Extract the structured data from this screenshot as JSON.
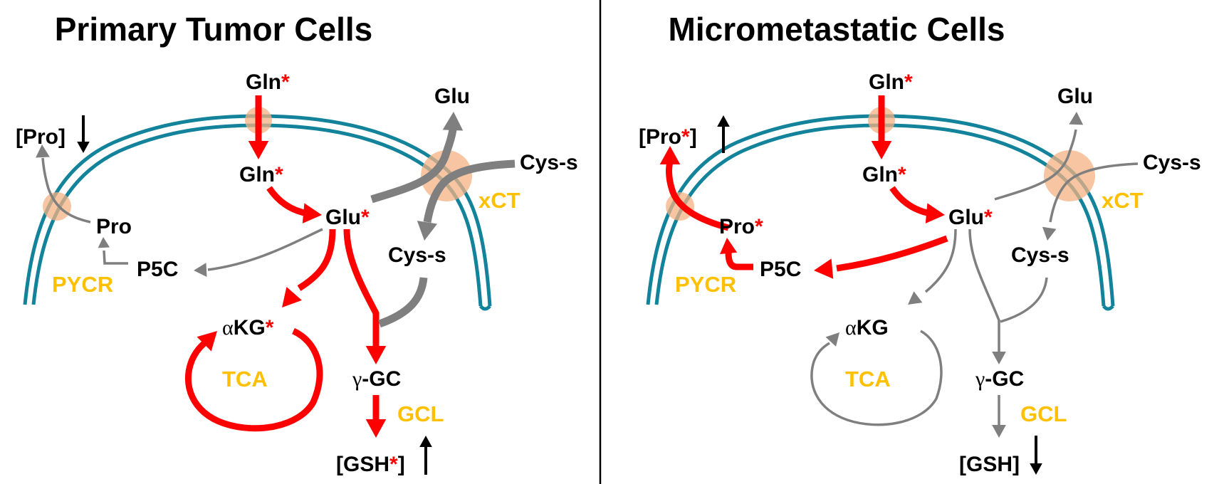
{
  "colors": {
    "membrane": "#12839A",
    "transporter": "#F4B183",
    "active_flux": "#FF0000",
    "inactive_flux": "#7F7F7F",
    "enzyme_label": "#FFC000",
    "metabolite_label": "#000000",
    "label_marker": "#FF0000"
  },
  "panels": [
    {
      "id": "primary",
      "title": "Primary Tumor Cells",
      "labels": {
        "gln_out": "Gln",
        "gln_out_star": "*",
        "gln_in": "Gln",
        "gln_in_star": "*",
        "glu_in": "Glu",
        "glu_in_star": "*",
        "glu_out": "Glu",
        "cys_out": "Cys-s",
        "cys_in": "Cys-s",
        "xct": "xCT",
        "pro_out_open": "[Pro",
        "pro_out_star": "",
        "pro_out_close": "]",
        "pro_in": "Pro",
        "pro_in_star": "",
        "p5c": "P5C",
        "pycr": "PYCR",
        "akg_greek": "α",
        "akg": "KG",
        "akg_star": "*",
        "tca": "TCA",
        "ggc_greek": "γ",
        "ggc": "-GC",
        "gcl": "GCL",
        "gsh_open": "[GSH",
        "gsh_star": "*",
        "gsh_close": "]"
      },
      "trends": {
        "pro": "down",
        "gsh": "up"
      },
      "fluxes": {
        "gln_import": "active",
        "gln_to_glu": "active",
        "glu_to_akg": "active",
        "tca_cycle": "active",
        "glu_to_ggc": "active",
        "ggc_to_gsh": "active",
        "glu_to_p5c": "inactive",
        "p5c_to_pro": "inactive",
        "pro_export": "inactive",
        "xct_glu_export": "inactive-strong",
        "xct_cys_import": "inactive-strong",
        "cys_to_ggc": "inactive-strong"
      }
    },
    {
      "id": "micrometastatic",
      "title": "Micrometastatic Cells",
      "labels": {
        "gln_out": "Gln",
        "gln_out_star": "*",
        "gln_in": "Gln",
        "gln_in_star": "*",
        "glu_in": "Glu",
        "glu_in_star": "*",
        "glu_out": "Glu",
        "cys_out": "Cys-s",
        "cys_in": "Cys-s",
        "xct": "xCT",
        "pro_out_open": "[Pro",
        "pro_out_star": "*",
        "pro_out_close": "]",
        "pro_in": "Pro",
        "pro_in_star": "*",
        "p5c": "P5C",
        "pycr": "PYCR",
        "akg_greek": "α",
        "akg": "KG",
        "akg_star": "",
        "tca": "TCA",
        "ggc_greek": "γ",
        "ggc": "-GC",
        "gcl": "GCL",
        "gsh_open": "[GSH",
        "gsh_star": "",
        "gsh_close": "]"
      },
      "trends": {
        "pro": "up",
        "gsh": "down"
      },
      "fluxes": {
        "gln_import": "active",
        "gln_to_glu": "active",
        "glu_to_akg": "inactive",
        "tca_cycle": "inactive",
        "glu_to_ggc": "inactive",
        "ggc_to_gsh": "inactive",
        "glu_to_p5c": "active",
        "p5c_to_pro": "active",
        "pro_export": "active",
        "xct_glu_export": "inactive",
        "xct_cys_import": "inactive",
        "cys_to_ggc": "inactive"
      }
    }
  ]
}
